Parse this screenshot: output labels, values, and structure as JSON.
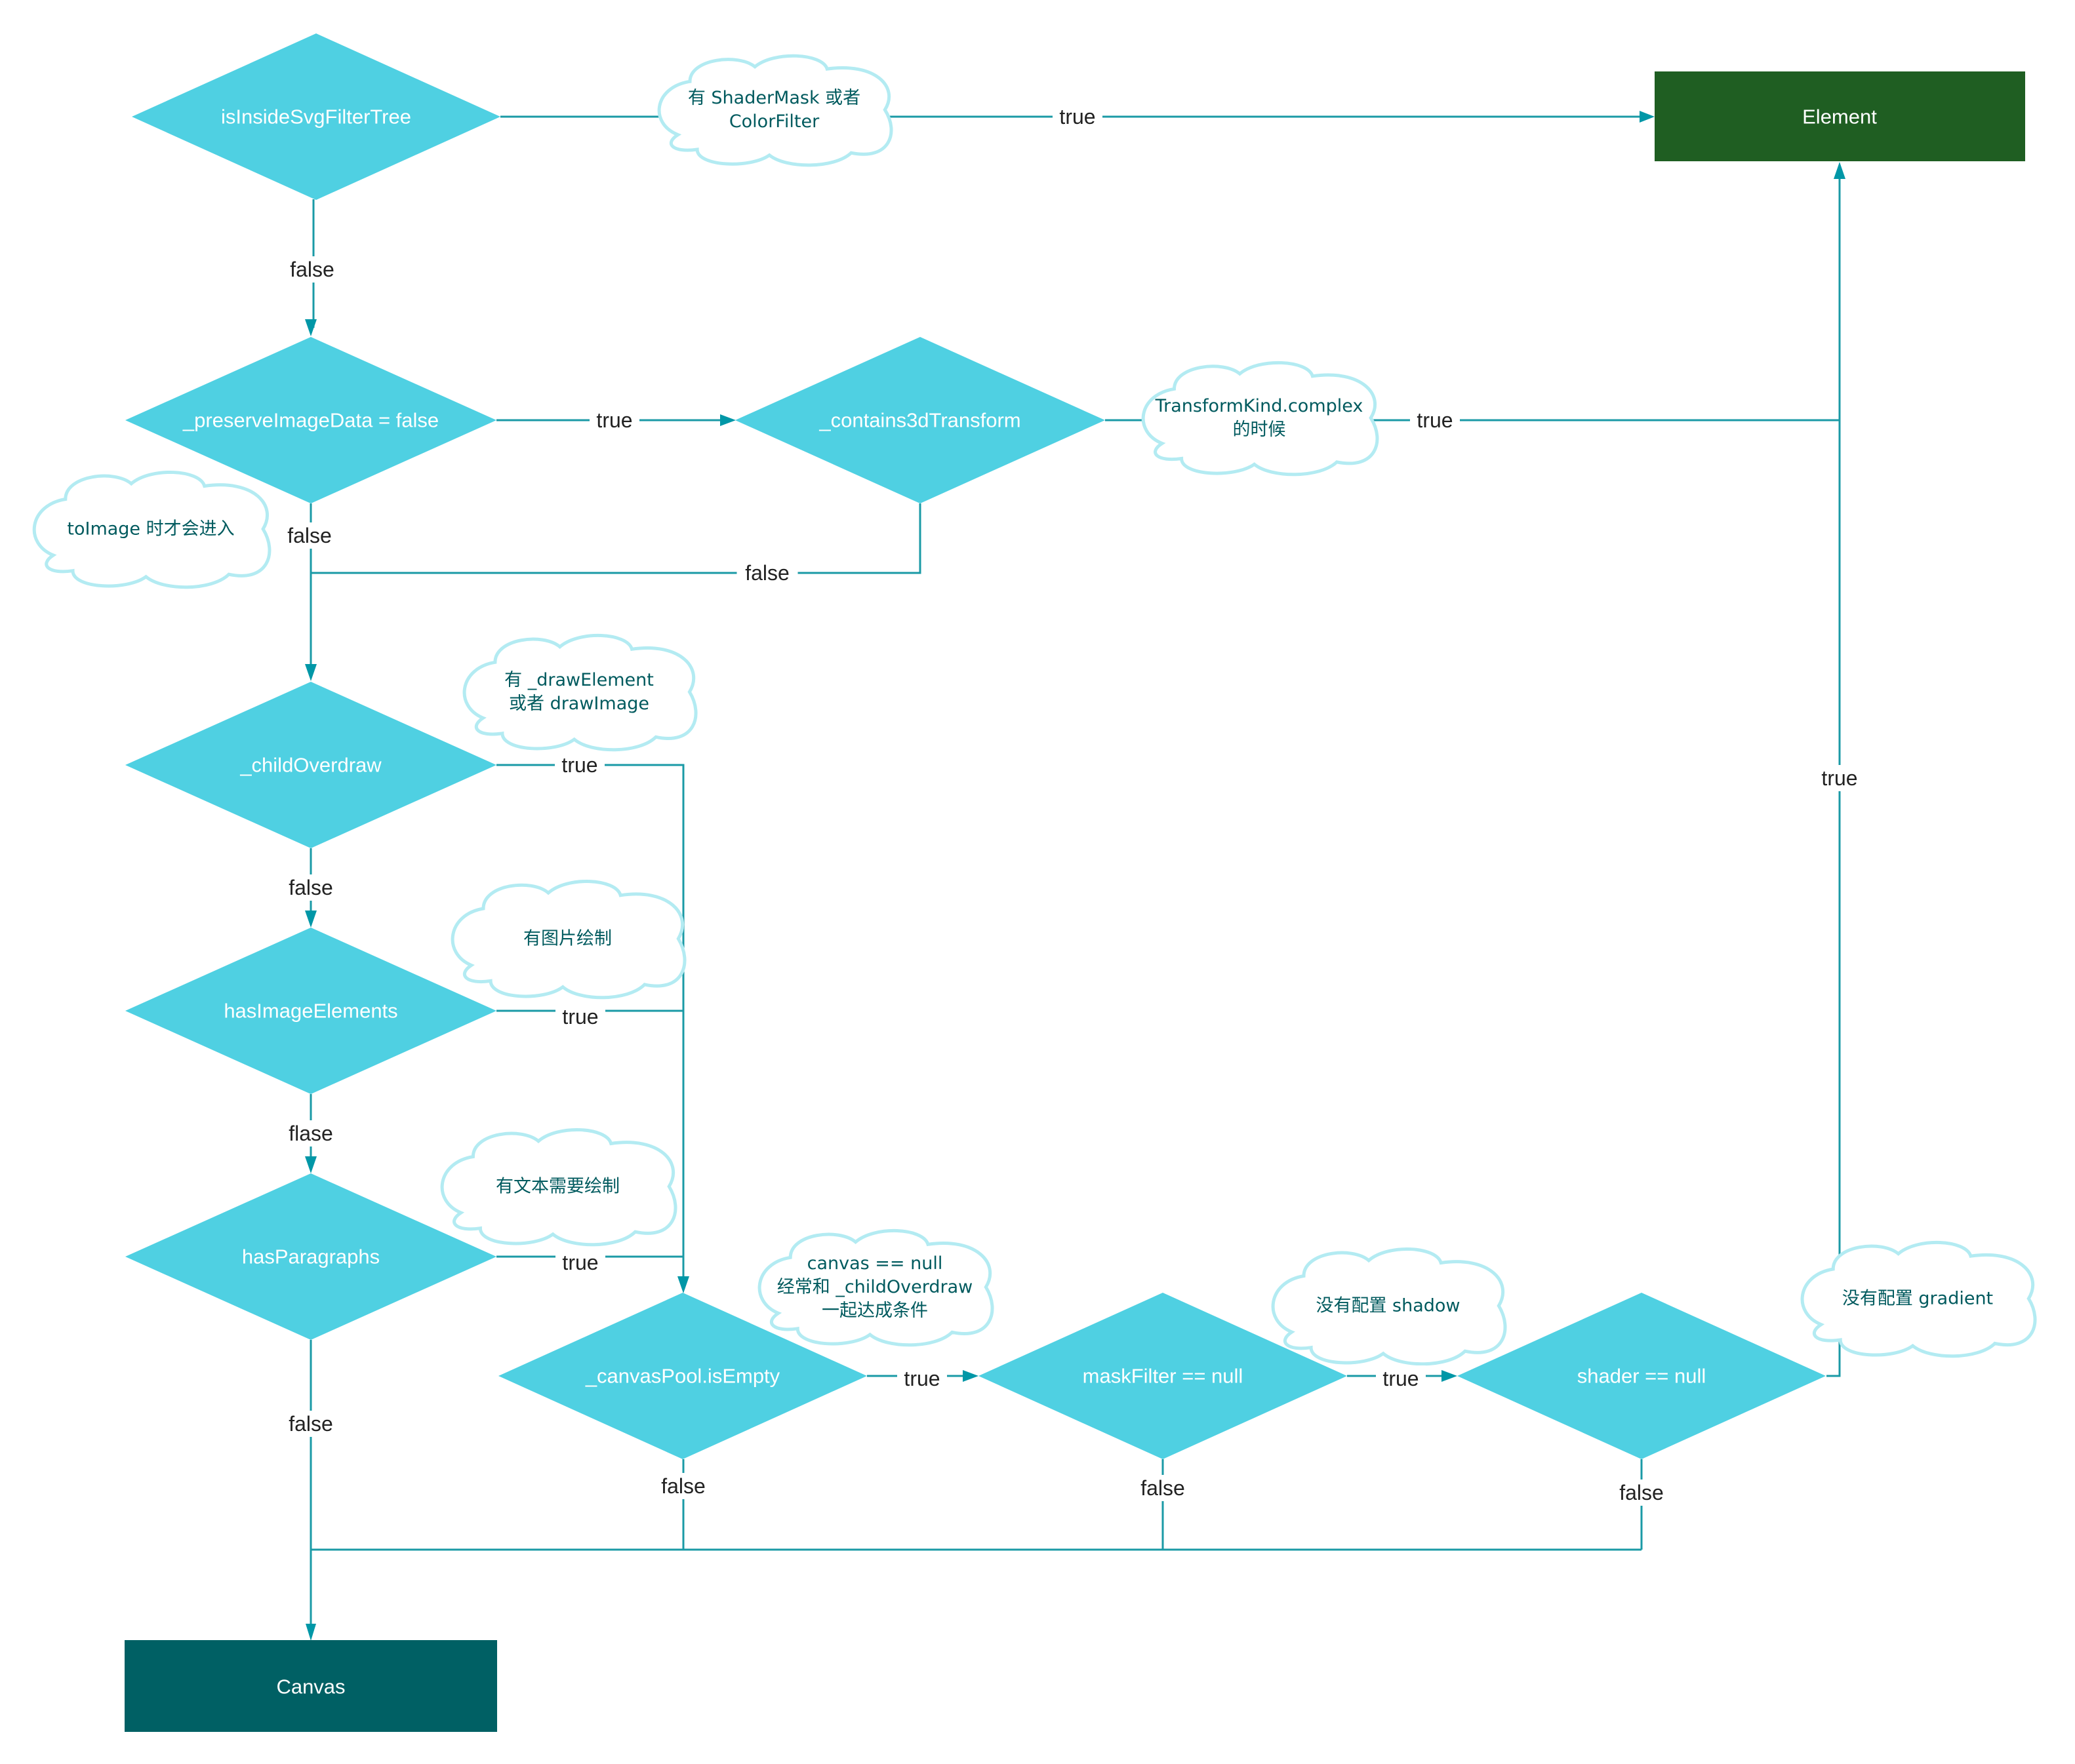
{
  "colors": {
    "decision_fill": "#4fd0e2",
    "edge": "#1a9aa6",
    "element_box": "#1f5e22",
    "canvas_box": "#006064",
    "cloud_stroke": "#b3ebf2",
    "cloud_text": "#005a5e",
    "label_text": "#222222"
  },
  "nodes": {
    "d1": {
      "label": "isInsideSvgFilterTree"
    },
    "d2": {
      "label": "_preserveImageData = false"
    },
    "d3": {
      "label": "_contains3dTransform"
    },
    "d4": {
      "label": "_childOverdraw"
    },
    "d5": {
      "label": "hasImageElements"
    },
    "d6": {
      "label": "hasParagraphs"
    },
    "d7": {
      "label": "_canvasPool.isEmpty"
    },
    "d8": {
      "label": "maskFilter == null"
    },
    "d9": {
      "label": "shader == null"
    },
    "element": {
      "label": "Element"
    },
    "canvas": {
      "label": "Canvas"
    }
  },
  "notes": {
    "shadermask": {
      "lines": [
        "有 ShaderMask 或者",
        "ColorFilter"
      ]
    },
    "transformkind": {
      "lines": [
        "TransformKind.complex",
        "的时候"
      ]
    },
    "toimage": {
      "lines": [
        "toImage 时才会进入"
      ]
    },
    "drawelement": {
      "lines": [
        "有 _drawElement",
        "或者 drawImage"
      ]
    },
    "image": {
      "lines": [
        "有图片绘制"
      ]
    },
    "text": {
      "lines": [
        "有文本需要绘制"
      ]
    },
    "canvasnull": {
      "lines": [
        "canvas == null",
        "经常和 _childOverdraw",
        "一起达成条件"
      ]
    },
    "shadow": {
      "lines": [
        "没有配置 shadow"
      ]
    },
    "gradient": {
      "lines": [
        "没有配置 gradient"
      ]
    }
  },
  "edges": {
    "d1_true": "true",
    "d1_false": "false",
    "d2_true": "true",
    "d2_false": "false",
    "d3_true": "true",
    "d3_false": "false",
    "d4_true": "true",
    "d4_false": "false",
    "d5_true": "true",
    "d5_false": "flase",
    "d6_true": "true",
    "d6_false": "false",
    "d7_true": "true",
    "d7_false": "false",
    "d8_true": "true",
    "d8_false": "false",
    "d9_true": "true",
    "d9_false": "false"
  }
}
